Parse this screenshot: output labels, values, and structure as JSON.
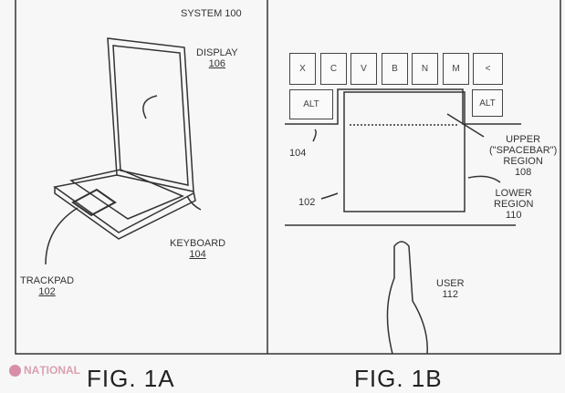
{
  "fig1a": {
    "system": "SYSTEM",
    "system_num": "100",
    "display": "DISPLAY",
    "display_num": "106",
    "keyboard": "KEYBOARD",
    "keyboard_num": "104",
    "trackpad": "TRACKPAD",
    "trackpad_num": "102",
    "caption": "FIG. 1A"
  },
  "fig1b": {
    "keys_top": [
      "X",
      "C",
      "V",
      "B",
      "N",
      "M",
      "<"
    ],
    "key_alt_left": "ALT",
    "key_alt_right": "ALT",
    "ref_keyboard": "104",
    "ref_trackpad": "102",
    "upper": "UPPER",
    "spacebar": "(\"SPACEBAR\")",
    "upper_region": "REGION",
    "upper_num": "108",
    "lower": "LOWER",
    "lower_region": "REGION",
    "lower_num": "110",
    "user": "USER",
    "user_num": "112",
    "caption": "FIG. 1B"
  },
  "watermark": "NAȚIONAL"
}
